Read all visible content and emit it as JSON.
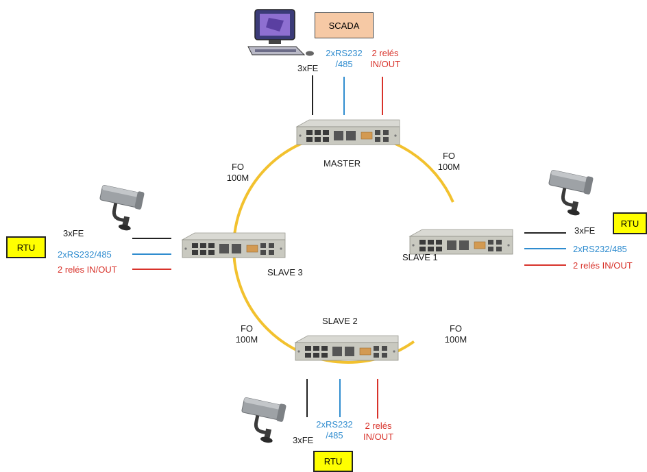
{
  "scada": {
    "label": "SCADA"
  },
  "rtu": {
    "label": "RTU"
  },
  "nodes": {
    "master": "MASTER",
    "slave1": "SLAVE 1",
    "slave2": "SLAVE 2",
    "slave3": "SLAVE 3"
  },
  "links": {
    "ring_label_line1": "FO",
    "ring_label_line2": "100M"
  },
  "ports": {
    "fe": "3xFE",
    "serial": "2xRS232/485",
    "serial_split_line1": "2xRS232",
    "serial_split_line2": "/485",
    "relays": "2 relés IN/OUT",
    "relays_split_line1": "2 relés",
    "relays_split_line2": "IN/OUT"
  },
  "colors": {
    "ring": "#f2c12e",
    "fe_line": "#222222",
    "serial_line": "#2f8ccf",
    "relay_line": "#d8322a",
    "rtu_fill": "#ffff00",
    "scada_fill": "#f6c9a5"
  },
  "icons": [
    "computer-icon",
    "camera-icon",
    "switch-device-icon"
  ]
}
